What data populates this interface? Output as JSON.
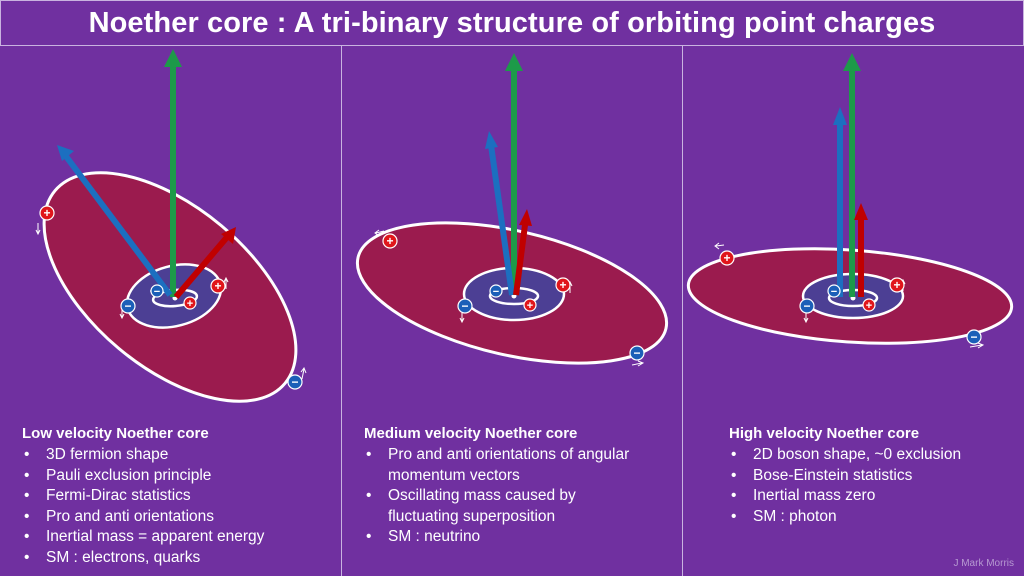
{
  "title": "Noether core : A tri-binary structure of orbiting point charges",
  "panels": [
    {
      "heading": "Low velocity Noether core",
      "items": [
        [
          "3D fermion shape"
        ],
        [
          "Pauli exclusion principle"
        ],
        [
          "Fermi-Dirac statistics"
        ],
        [
          "Pro and anti orientations"
        ],
        [
          "Inertial mass = apparent energy"
        ],
        [
          "SM : electrons, quarks"
        ]
      ]
    },
    {
      "heading": "Medium velocity Noether core",
      "items": [
        [
          "Pro and anti orientations of angular",
          "momentum vectors"
        ],
        [
          "Oscillating mass caused by",
          "fluctuating superposition"
        ],
        [
          "SM : neutrino"
        ]
      ]
    },
    {
      "heading": "High velocity Noether core",
      "items": [
        [
          "2D boson shape, ~0 exclusion"
        ],
        [
          "Bose-Einstein statistics"
        ],
        [
          "Inertial mass zero"
        ],
        [
          "SM : photon"
        ]
      ]
    }
  ],
  "charge_symbols": {
    "positive": "+",
    "negative": "−"
  },
  "credit": "J Mark Morris",
  "colors": {
    "background": "#7030a0",
    "outer_orbit_fill": "#9b1b4e",
    "inner_orbit_fill": "#4c3f94",
    "orbit_stroke": "#ffffff",
    "arrow_green": "#1d9a49",
    "arrow_blue": "#1c6fc0",
    "arrow_red": "#c00000",
    "positive_charge": "#e0161b",
    "negative_charge": "#1b5fb8"
  },
  "icons": [
    "up-arrow-green-icon",
    "blue-arrow-icon",
    "red-arrow-icon",
    "positive-charge-icon",
    "negative-charge-icon"
  ]
}
